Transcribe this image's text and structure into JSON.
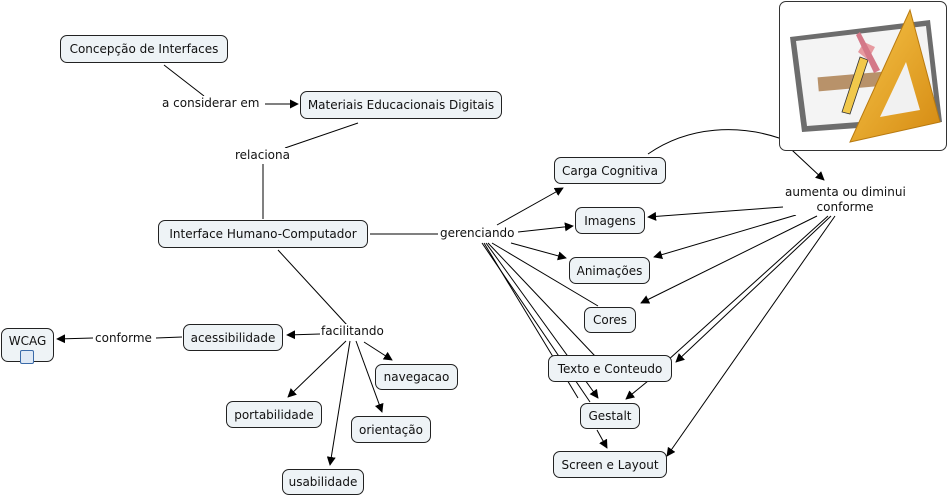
{
  "concept_map": {
    "concepts": {
      "concepcao": "Concepção de Interfaces",
      "materiais": "Materiais Educacionais Digitais",
      "ihc": "Interface Humano-Computador",
      "acessibilidade": "acessibilidade",
      "wcag": "WCAG",
      "navegacao": "navegacao",
      "portabilidade": "portabilidade",
      "orientacao": "orientação",
      "usabilidade": "usabilidade",
      "carga": "Carga Cognitiva",
      "imagens": "Imagens",
      "animacoes": "Animações",
      "cores": "Cores",
      "texto": "Texto e Conteudo",
      "gestalt": "Gestalt",
      "screen": "Screen e Layout"
    },
    "linking_phrases": {
      "considerar": "a considerar em",
      "relaciona": "relaciona",
      "gerenciando": "gerenciando",
      "facilitando": "facilitando",
      "conforme": "conforme",
      "aumenta_line1": "aumenta ou diminui",
      "aumenta_line2": "conforme"
    },
    "image_node": {
      "icon": "drafting-tools-icon",
      "description": "drawing tablet with pencil and set square"
    },
    "resource_icon": "attached-resource-icon"
  }
}
